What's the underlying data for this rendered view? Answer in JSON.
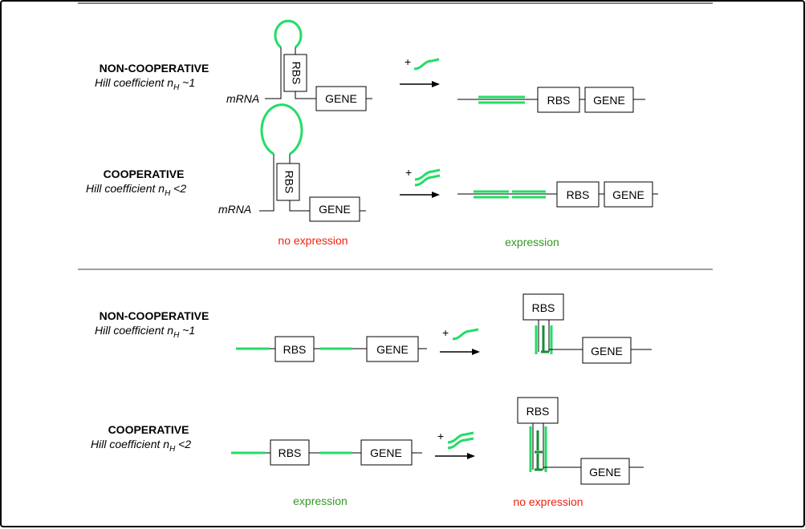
{
  "colors": {
    "strand": "#22dd66",
    "dark_strand": "#1a8a3a",
    "expression": "#339922",
    "no_expression": "#ee2211",
    "line": "#000000"
  },
  "top_panel": {
    "row1": {
      "title": "NON-COOPERATIVE",
      "subtitle": "Hill coefficient ",
      "n": "n",
      "h": "H",
      "rel": " ~1",
      "mrna": "mRNA",
      "rbs": "RBS",
      "gene": "GENE",
      "plus": "+",
      "rbs_after": "RBS",
      "gene_after": "GENE"
    },
    "row2": {
      "title": "COOPERATIVE",
      "subtitle": "Hill coefficient ",
      "n": "n",
      "h": "H",
      "rel": " <2",
      "mrna": "mRNA",
      "rbs": "RBS",
      "gene": "GENE",
      "plus": "+",
      "rbs_after": "RBS",
      "gene_after": "GENE"
    },
    "status_before": "no expression",
    "status_after": "expression"
  },
  "bottom_panel": {
    "row1": {
      "title": "NON-COOPERATIVE",
      "subtitle": "Hill coefficient ",
      "n": "n",
      "h": "H",
      "rel": " ~1",
      "rbs": "RBS",
      "gene": "GENE",
      "plus": "+",
      "rbs_after": "RBS",
      "gene_after": "GENE"
    },
    "row2": {
      "title": "COOPERATIVE",
      "subtitle": "Hill coefficient ",
      "n": "n",
      "h": "H",
      "rel": " <2",
      "rbs": "RBS",
      "gene": "GENE",
      "plus": "+",
      "rbs_after": "RBS",
      "gene_after": "GENE"
    },
    "status_before": "expression",
    "status_after": "no expression"
  }
}
